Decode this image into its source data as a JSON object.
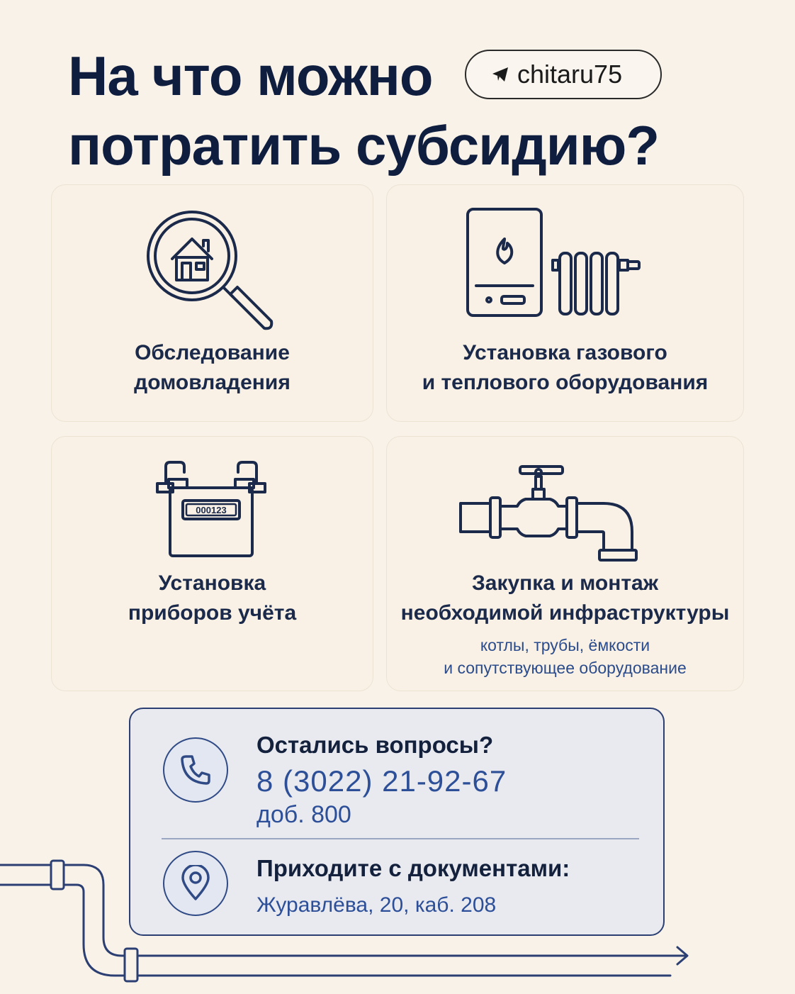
{
  "header": {
    "title_line1": "На что можно",
    "title_line2": "потратить субсидию?",
    "badge": {
      "icon": "telegram-icon",
      "handle": "chitaru75"
    }
  },
  "cards": [
    {
      "icon": "house-magnifier-icon",
      "label_line1": "Обследование",
      "label_line2": "домовладения"
    },
    {
      "icon": "boiler-radiator-icon",
      "label_line1": "Установка газового",
      "label_line2": "и теплового оборудования"
    },
    {
      "icon": "gas-meter-icon",
      "label_line1": "Установка",
      "label_line2": "приборов учёта",
      "meter_reading": "000123"
    },
    {
      "icon": "pipe-valve-icon",
      "label_line1": "Закупка и монтаж",
      "label_line2": "необходимой инфраструктуры",
      "sub_line1": "котлы, трубы, ёмкости",
      "sub_line2": "и сопутствующее оборудование"
    }
  ],
  "contact": {
    "question": "Остались вопросы?",
    "phone": "8 (3022) 21-92-67",
    "extension": "доб. 800",
    "phone_icon": "phone-icon",
    "visit_title": "Приходите с документами:",
    "address": "Журавлёва, 20, каб. 208",
    "location_icon": "location-pin-icon"
  },
  "colors": {
    "background": "#f8f2e9",
    "navy": "#1b2a4a",
    "accent_blue": "#2d4f98"
  }
}
